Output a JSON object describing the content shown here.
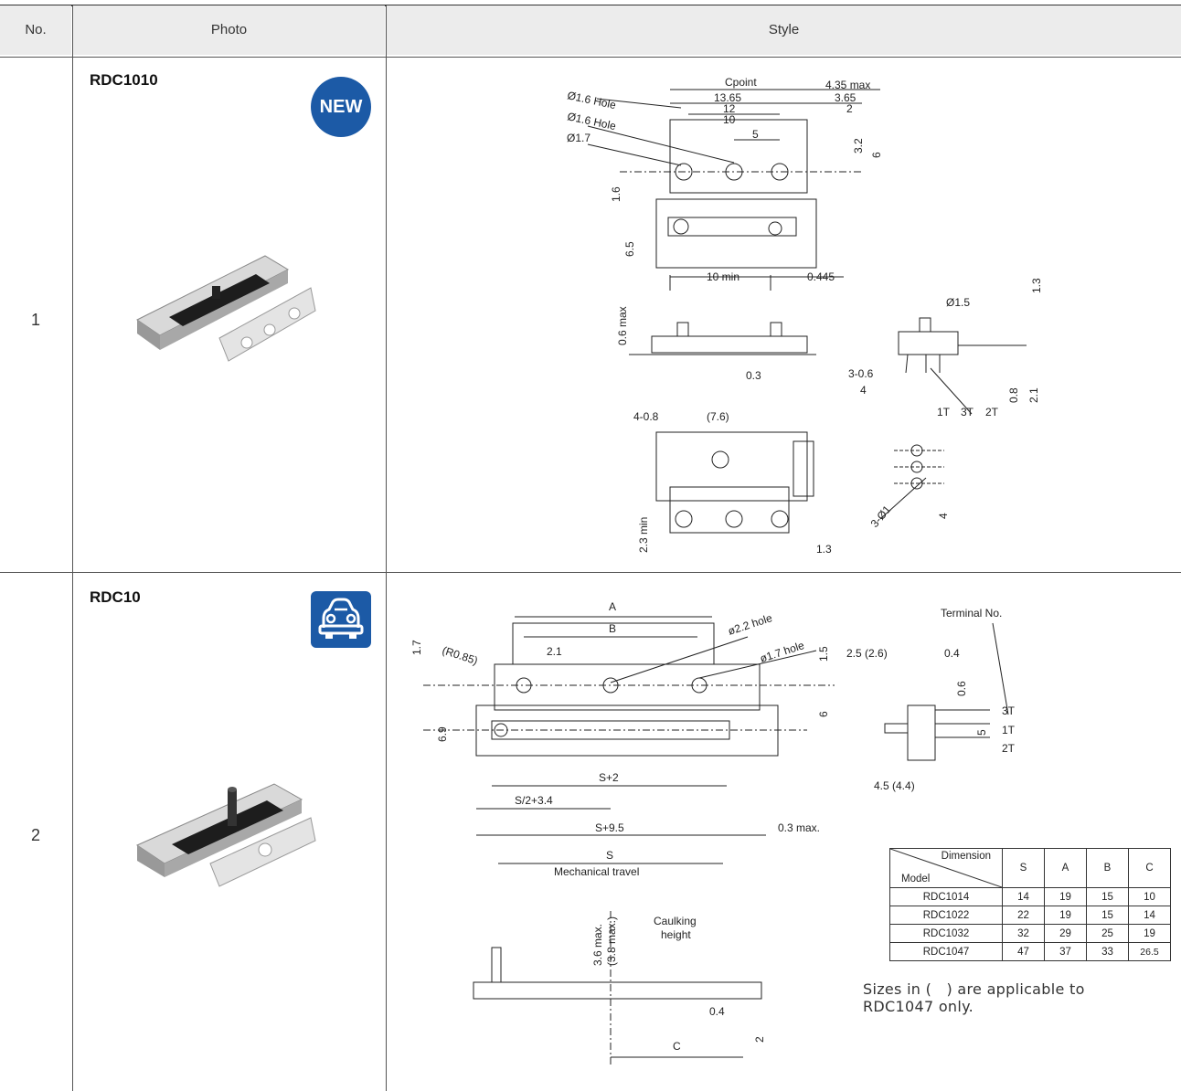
{
  "header": {
    "no": "No.",
    "photo": "Photo",
    "style": "Style"
  },
  "rows": [
    {
      "no": "1",
      "model": "RDC1010",
      "badge": "NEW",
      "badge_color": "#1c5aa6",
      "drawing": {
        "labels": [
          "Cpoint",
          "4.35 max",
          "13.65",
          "3.65",
          "12",
          "2",
          "10",
          "5",
          "3.2",
          "6",
          "Ø1.6 Hole",
          "Ø1.6 Hole",
          "Ø1.7",
          "1.6",
          "6.5",
          "10 min",
          "0.445",
          "1.3",
          "Ø1.5",
          "0.6 max",
          "0.3",
          "3-0.6",
          "4",
          "1T",
          "3T",
          "2T",
          "0.8",
          "2.1",
          "4-0.8",
          "(7.6)",
          "2.3 min",
          "1.3",
          "3-Ø1",
          "4"
        ]
      }
    },
    {
      "no": "2",
      "model": "RDC10",
      "badge_icon": "car-icon",
      "badge_color": "#1c5aa6",
      "drawing": {
        "labels": [
          "A",
          "B",
          "ø2.2 hole",
          "ø1.7 hole",
          "(R0.85)",
          "2.1",
          "1.7",
          "1.5",
          "6",
          "6.9",
          "S+2",
          "S/2+3.4",
          "S+9.5",
          "0.3 max.",
          "Terminal No.",
          "2.5 (2.6)",
          "0.4",
          "0.6",
          "3T",
          "1T",
          "2T",
          "5",
          "4.5 (4.4)",
          "S",
          "Mechanical travel",
          "3.6 max.",
          "(3.8 max.)",
          "Caulking",
          "height",
          "0.4",
          "2",
          "C"
        ]
      },
      "dimension_table": {
        "header_dimension": "Dimension",
        "header_model": "Model",
        "columns": [
          "S",
          "A",
          "B",
          "C"
        ],
        "rows": [
          {
            "model": "RDC1014",
            "values": [
              "14",
              "19",
              "15",
              "10"
            ]
          },
          {
            "model": "RDC1022",
            "values": [
              "22",
              "19",
              "15",
              "14"
            ]
          },
          {
            "model": "RDC1032",
            "values": [
              "32",
              "29",
              "25",
              "19"
            ]
          },
          {
            "model": "RDC1047",
            "values": [
              "47",
              "37",
              "33",
              "26.5"
            ]
          }
        ]
      },
      "note_line1": "Sizes in (　) are applicable to",
      "note_line2": "RDC1047 only."
    }
  ]
}
